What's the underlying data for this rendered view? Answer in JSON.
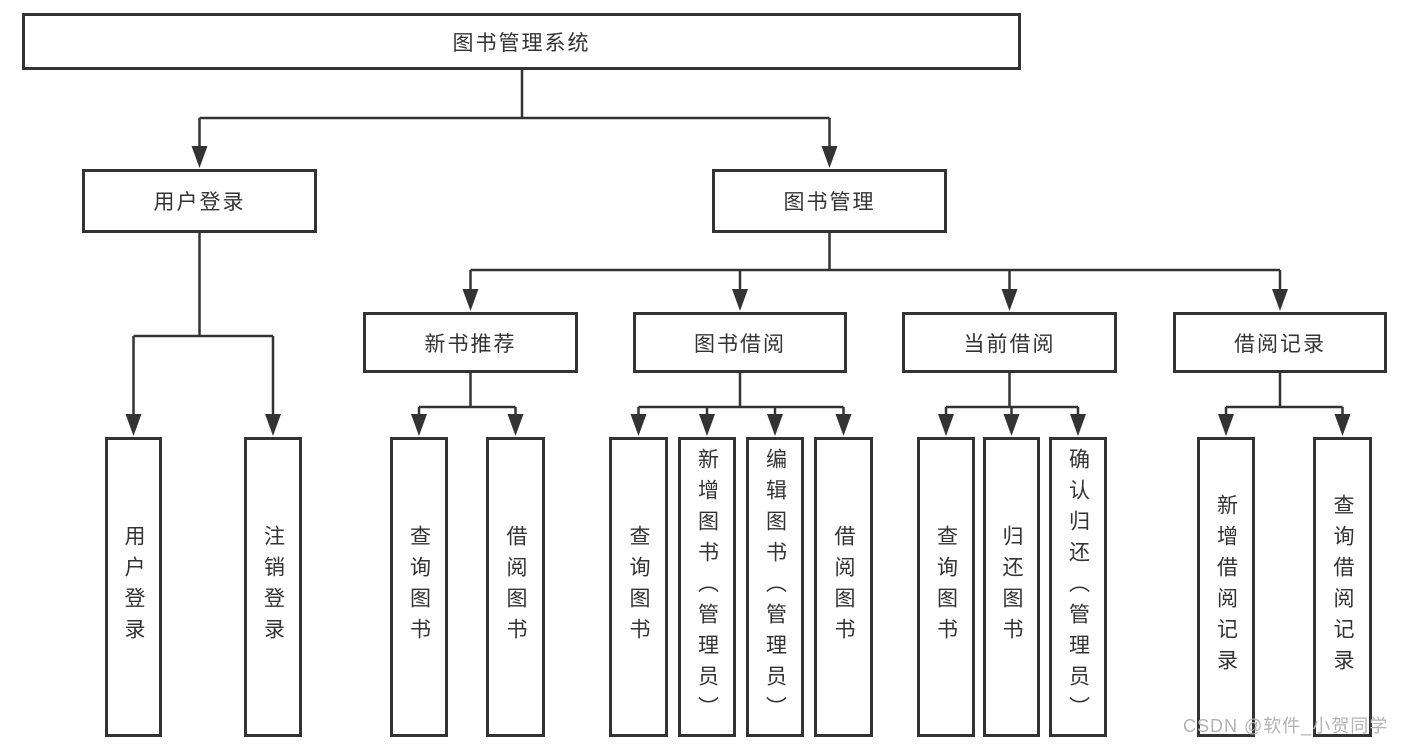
{
  "diagram": {
    "title": "图书管理系统"
  },
  "tree": {
    "root": {
      "label": "图书管理系统"
    },
    "branches": [
      {
        "label": "用户登录",
        "children": [
          {
            "label": "用户登录"
          },
          {
            "label": "注销登录"
          }
        ]
      },
      {
        "label": "图书管理",
        "groups": [
          {
            "label": "新书推荐",
            "children": [
              {
                "label": "查询图书"
              },
              {
                "label": "借阅图书"
              }
            ]
          },
          {
            "label": "图书借阅",
            "children": [
              {
                "label": "查询图书"
              },
              {
                "label": "新增图书（管理员）"
              },
              {
                "label": "编辑图书（管理员）"
              },
              {
                "label": "借阅图书"
              }
            ]
          },
          {
            "label": "当前借阅",
            "children": [
              {
                "label": "查询图书"
              },
              {
                "label": "归还图书"
              },
              {
                "label": "确认归还（管理员）"
              }
            ]
          },
          {
            "label": "借阅记录",
            "children": [
              {
                "label": "新增借阅记录"
              },
              {
                "label": "查询借阅记录"
              }
            ]
          }
        ]
      }
    ]
  },
  "watermark": {
    "text": "CSDN @软件_小贺同学"
  },
  "colors": {
    "line": "#333333",
    "box_border": "#333333",
    "text": "#333333",
    "watermark": "#b3b3b3",
    "background": "#ffffff"
  }
}
